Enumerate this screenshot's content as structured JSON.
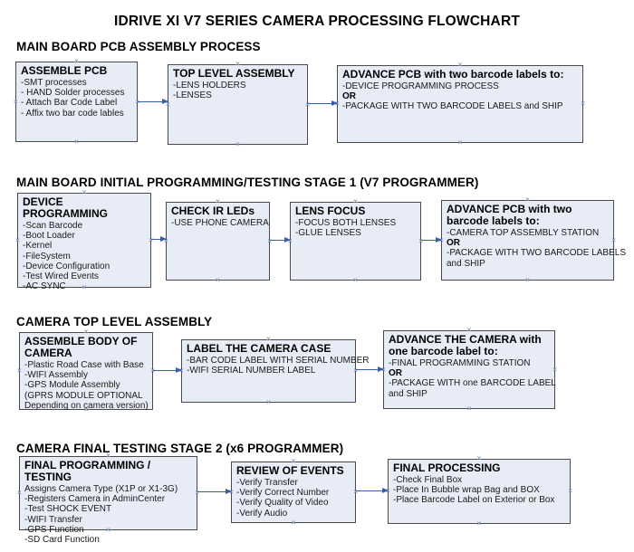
{
  "title": "IDRIVE XI V7 SERIES CAMERA PROCESSING FLOWCHART",
  "colors": {
    "box_fill": "#e8ecf6",
    "box_border": "#4a4a4a",
    "arrow": "#3b5da9",
    "connector_mark": "#8ca3c4"
  },
  "icons": {
    "connector_mark": "×"
  },
  "sections": [
    {
      "header": "MAIN BOARD PCB ASSEMBLY PROCESS",
      "boxes": [
        {
          "title": "ASSEMBLE PCB",
          "items": [
            "-SMT processes",
            "- HAND Solder processes",
            "- Attach Bar Code Label",
            "- Affix two bar code lables"
          ]
        },
        {
          "title": "TOP LEVEL ASSEMBLY",
          "items": [
            "-LENS HOLDERS",
            "-LENSES"
          ]
        },
        {
          "title": "ADVANCE PCB with two barcode labels to:",
          "items": [
            "-DEVICE PROGRAMMING PROCESS",
            "OR",
            "-PACKAGE WITH TWO BARCODE LABELS and SHIP"
          ]
        }
      ]
    },
    {
      "header": "MAIN BOARD INITIAL PROGRAMMING/TESTING STAGE 1 (V7 PROGRAMMER)",
      "boxes": [
        {
          "title": "DEVICE PROGRAMMING",
          "items": [
            "-Scan Barcode",
            "-Boot Loader",
            "-Kernel",
            "-FileSystem",
            "-Device Configuration",
            "-Test Wired Events",
            "-AC SYNC"
          ]
        },
        {
          "title": "CHECK IR LEDs",
          "items": [
            "-USE PHONE CAMERA"
          ]
        },
        {
          "title": "LENS FOCUS",
          "items": [
            "-FOCUS BOTH LENSES",
            "-GLUE LENSES"
          ]
        },
        {
          "title": "ADVANCE PCB with two barcode labels to:",
          "items": [
            "-CAMERA TOP ASSEMBLY STATION",
            "OR",
            "-PACKAGE WITH TWO BARCODE LABELS",
            "and SHIP"
          ]
        }
      ]
    },
    {
      "header": "CAMERA TOP LEVEL ASSEMBLY",
      "boxes": [
        {
          "title": "ASSEMBLE BODY OF CAMERA",
          "items": [
            "-Plastic Road Case with Base",
            "-WIFI Assembly",
            "-GPS Module Assembly",
            "(GPRS MODULE OPTIONAL",
            "Depending on camera version)"
          ]
        },
        {
          "title": "LABEL THE CAMERA CASE",
          "items": [
            "-BAR CODE LABEL WITH SERIAL NUMBER",
            "-WIFI SERIAL NUMBER LABEL"
          ]
        },
        {
          "title": "ADVANCE THE CAMERA with one barcode label to:",
          "items": [
            "-FINAL PROGRAMMING STATION",
            "OR",
            "-PACKAGE WITH one BARCODE LABEL",
            "and SHIP"
          ]
        }
      ]
    },
    {
      "header": "CAMERA FINAL TESTING STAGE 2 (x6 PROGRAMMER)",
      "boxes": [
        {
          "title": "FINAL PROGRAMMING / TESTING",
          "items": [
            "Assigns Camera Type (X1P or X1-3G)",
            "-Registers Camera in AdminCenter",
            "-Test SHOCK EVENT",
            "-WIFI Transfer",
            "-GPS Function",
            "-SD Card Function"
          ]
        },
        {
          "title": "REVIEW OF EVENTS",
          "items": [
            "-Verify Transfer",
            "-Verify Correct Number",
            "-Verify Quality of Video",
            "-Verify Audio"
          ]
        },
        {
          "title": "FINAL PROCESSING",
          "items": [
            "-Check Final Box",
            "-Place In Bubble wrap Bag and BOX",
            "-Place Barcode Label on Exterior or Box"
          ]
        }
      ]
    }
  ]
}
